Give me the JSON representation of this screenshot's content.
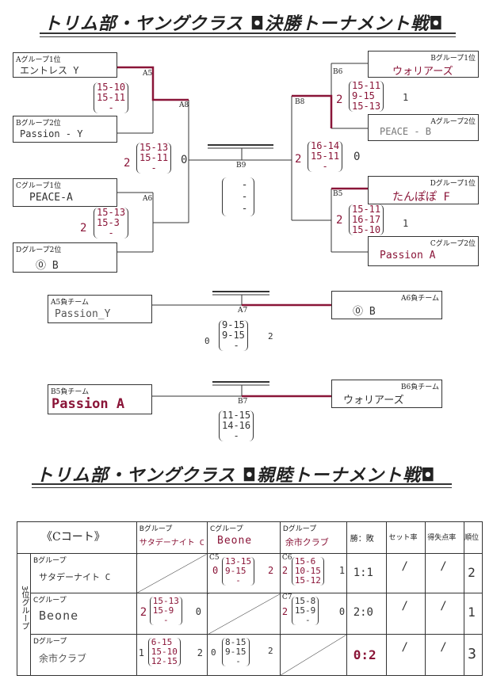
{
  "final": {
    "title": "トリム部・ヤングクラス ◘決勝トーナメント戦◘",
    "left_teams": [
      {
        "label": "Aグループ1位",
        "team": "エントレス Y"
      },
      {
        "label": "Bグループ2位",
        "team": "Passion - Y"
      },
      {
        "label": "Cグループ1位",
        "team": "PEACE-A"
      },
      {
        "label": "Dグループ2位",
        "team": "⓪ B"
      }
    ],
    "right_teams": [
      {
        "label": "Bグループ1位",
        "team": "ウォリアーズ"
      },
      {
        "label": "Aグループ2位",
        "team": "PEACE - B"
      },
      {
        "label": "Dグループ1位",
        "team": "たんぽぽ F"
      },
      {
        "label": "Cグループ2位",
        "team": "Passion A"
      }
    ],
    "matches": {
      "A5": {
        "label": "A5",
        "scores": "15-10\n15-11\n  -"
      },
      "A6": {
        "label": "A6",
        "scores": "15-13\n15-3\n  -",
        "sets": "2"
      },
      "A8": {
        "label": "A8",
        "scores": "15-13\n15-11\n  -",
        "sets_l": "2",
        "sets_r": "0"
      },
      "B6": {
        "label": "B6",
        "scores": "15-11\n9-15\n15-13",
        "sets_l": "2",
        "sets_r": "1"
      },
      "B5": {
        "label": "B5",
        "scores": "15-11\n16-17\n15-10",
        "sets_l": "2",
        "sets_r": "1"
      },
      "B8": {
        "label": "B8",
        "scores": "16-14\n15-11\n  -",
        "sets_l": "2",
        "sets_r": "0"
      },
      "B9": {
        "label": "B9",
        "scores": "  -\n  -\n  -"
      }
    },
    "consolation": [
      {
        "match": "A7",
        "left_label": "A5負チーム",
        "left_team": "Passion_Y",
        "right_label": "A6負チーム",
        "right_team": "⓪ B",
        "scores": "9-15\n9-15\n  -",
        "sets_l": "0",
        "sets_r": "2"
      },
      {
        "match": "B7",
        "left_label": "B5負チーム",
        "left_team": "Passion A",
        "right_label": "B6負チーム",
        "right_team": "ウォリアーズ",
        "scores": "11-15\n14-16\n  -"
      }
    ]
  },
  "friendly": {
    "title": "トリム部・ヤングクラス ◘親睦トーナメント戦◘",
    "court": "《Cコート》",
    "side_label": "3位グループ",
    "headers": {
      "cols": [
        {
          "group": "Bグループ",
          "team": "サタデーナイト C"
        },
        {
          "group": "Cグループ",
          "team": "Beone"
        },
        {
          "group": "Dグループ",
          "team": "余市クラブ"
        }
      ],
      "winloss": "勝：敗",
      "setrate": "セット率",
      "pointrate": "得失点率",
      "rank": "順位"
    },
    "rows": [
      {
        "group": "Bグループ",
        "team": "サタデーナイト C",
        "c1": "",
        "c2_match": "C5",
        "c2": "13-15\n9-15\n  -",
        "c2_l": "0",
        "c2_r": "2",
        "c3_match": "C6",
        "c3": "15-6\n10-15\n15-12",
        "c3_l": "2",
        "c3_r": "1",
        "wl": "1:1",
        "set": "/",
        "point": "/",
        "rank": "2"
      },
      {
        "group": "Cグループ",
        "team": "Beone",
        "c1": "15-13\n15-9\n  -",
        "c1_l": "2",
        "c1_r": "0",
        "c2_match": "",
        "c2": "",
        "c3_match": "C7",
        "c3": "15-8\n15-9\n  -",
        "c3_l": "2",
        "c3_r": "0",
        "wl": "2:0",
        "set": "/",
        "point": "/",
        "rank": "1"
      },
      {
        "group": "Dグループ",
        "team": "余市クラブ",
        "c1": "6-15\n15-10\n12-15",
        "c1_l": "1",
        "c1_r": "2",
        "c2": "8-15\n9-15\n  -",
        "c2_l": "0",
        "c2_r": "2",
        "wl": "0:2",
        "set": "/",
        "point": "/",
        "rank": "3"
      }
    ]
  }
}
